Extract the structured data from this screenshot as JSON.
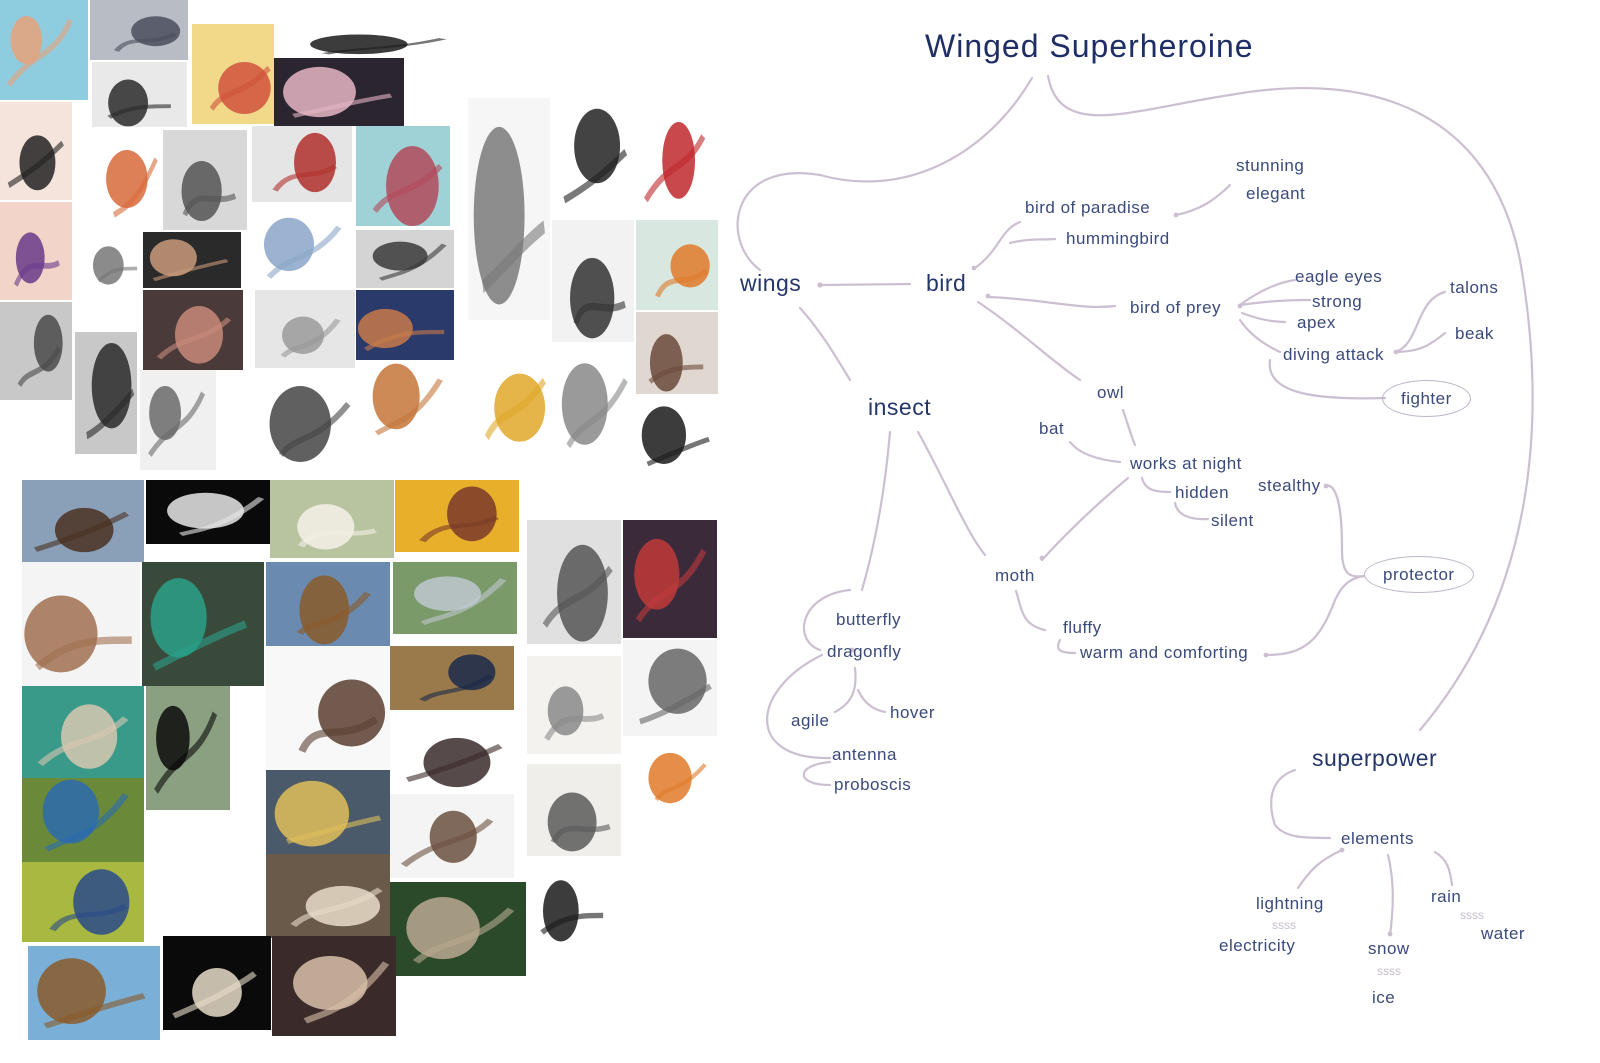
{
  "mindmap": {
    "title": "Winged  Superheroine",
    "nodes": {
      "wings": "wings",
      "bird": "bird",
      "insect": "insect",
      "superpower": "superpower",
      "stunning": "stunning",
      "elegant": "elegant",
      "bird_of_paradise": "bird  of  paradise",
      "hummingbird": "hummingbird",
      "bird_of_prey": "bird  of  prey",
      "eagle_eyes": "eagle  eyes",
      "strong": "strong",
      "apex": "apex",
      "diving_attack": "diving  attack",
      "talons": "talons",
      "beak": "beak",
      "fighter": "fighter",
      "owl": "owl",
      "bat": "bat",
      "works_at_night": "works  at  night",
      "hidden": "hidden",
      "silent": "silent",
      "stealthy": "stealthy",
      "protector": "protector",
      "moth": "moth",
      "fluffy": "fluffy",
      "warm_and_comforting": "warm  and  comforting",
      "butterfly": "butterfly",
      "dragonfly": "dragonfly",
      "agile": "agile",
      "hover": "hover",
      "antenna": "antenna",
      "proboscis": "proboscis",
      "elements": "elements",
      "lightning": "lightning",
      "electricity": "electricity",
      "snow": "snow",
      "ice": "ice",
      "rain": "rain",
      "water": "water"
    }
  },
  "moodboard": {
    "tiles": [
      {
        "name": "portrait-redhead",
        "c1": "#8ecde0",
        "c2": "#e8a27a"
      },
      {
        "name": "cosplay-group",
        "c1": "#b8bcc4",
        "c2": "#4a4f5e"
      },
      {
        "name": "anime-girl-yellow",
        "c1": "#f2d98a",
        "c2": "#d0523c"
      },
      {
        "name": "head-sketches-row",
        "c1": "#ffffff",
        "c2": "#1a1a1a"
      },
      {
        "name": "dark-heroes-lineup",
        "c1": "#e9e9e9",
        "c2": "#2a2a2a"
      },
      {
        "name": "anime-faces-row",
        "c1": "#2b2530",
        "c2": "#e6b6c4"
      },
      {
        "name": "girl-black-dress",
        "c1": "#f4e4dc",
        "c2": "#222222"
      },
      {
        "name": "dragon-tail-girl",
        "c1": "#ffffff",
        "c2": "#d86a3a"
      },
      {
        "name": "grey-sketch",
        "c1": "#d8d8d8",
        "c2": "#555555"
      },
      {
        "name": "red-witches",
        "c1": "#e5e5e5",
        "c2": "#b0302c"
      },
      {
        "name": "teal-line-art",
        "c1": "#9fd2d6",
        "c2": "#b24a5a"
      },
      {
        "name": "white-hair-heroine",
        "c1": "#ffffff",
        "c2": "#8aa6c8"
      },
      {
        "name": "pose-sketches",
        "c1": "#ffffff",
        "c2": "#777777"
      },
      {
        "name": "body-turnaround",
        "c1": "#2a2a2a",
        "c2": "#c89a7a"
      },
      {
        "name": "figure-rendering",
        "c1": "#e6e6e6",
        "c2": "#9a9a9a"
      },
      {
        "name": "grey-figures",
        "c1": "#d4d4d4",
        "c2": "#3a3a3a"
      },
      {
        "name": "purple-heroine",
        "c1": "#f2d5c8",
        "c2": "#6a3a8a"
      },
      {
        "name": "tall-warrior",
        "c1": "#c8c8c8",
        "c2": "#2a2a2a"
      },
      {
        "name": "painted-profile",
        "c1": "#4a3a3a",
        "c2": "#c88a7a"
      },
      {
        "name": "line-sketch-grey",
        "c1": "#f0f0f0",
        "c2": "#6a6a6a"
      },
      {
        "name": "witch-hat",
        "c1": "#2a3a6a",
        "c2": "#c87a4a"
      },
      {
        "name": "grey-knight",
        "c1": "#c8c8c8",
        "c2": "#4a4a4a"
      },
      {
        "name": "face-pencil",
        "c1": "#ffffff",
        "c2": "#444444"
      },
      {
        "name": "brown-hair-girl",
        "c1": "#ffffff",
        "c2": "#c4763a"
      },
      {
        "name": "expression-sheet-1",
        "c1": "#f6f6f6",
        "c2": "#7a7a7a"
      },
      {
        "name": "expression-sheet-2",
        "c1": "#ffffff",
        "c2": "#222222"
      },
      {
        "name": "red-poses",
        "c1": "#ffffff",
        "c2": "#c0282c"
      },
      {
        "name": "head-angles",
        "c1": "#f2f2f2",
        "c2": "#333333"
      },
      {
        "name": "goggles-girl",
        "c1": "#d8e8e0",
        "c2": "#e07a2a"
      },
      {
        "name": "yellow-jacket",
        "c1": "#ffffff",
        "c2": "#e0a82a"
      },
      {
        "name": "fashion-sketch",
        "c1": "#ffffff",
        "c2": "#888888"
      },
      {
        "name": "headphone-portrait",
        "c1": "#e0d8d0",
        "c2": "#6a4a3a"
      },
      {
        "name": "comic-heads",
        "c1": "#ffffff",
        "c2": "#1a1a1a"
      },
      {
        "name": "eagle-flight",
        "c1": "#8aa0b8",
        "c2": "#4a3020"
      },
      {
        "name": "white-wing",
        "c1": "#0a0a0a",
        "c2": "#e8e8e8"
      },
      {
        "name": "snowy-owl",
        "c1": "#b8c4a0",
        "c2": "#f4f0e8"
      },
      {
        "name": "emperor-moth",
        "c1": "#e8b02a",
        "c2": "#7a3a2a"
      },
      {
        "name": "sketch-figures-tall",
        "c1": "#e0e0e0",
        "c2": "#555555"
      },
      {
        "name": "red-hair-fighter",
        "c1": "#3a2a3a",
        "c2": "#c03a3a"
      },
      {
        "name": "bat-wings",
        "c1": "#f4f4f4",
        "c2": "#a07050"
      },
      {
        "name": "hummingbird-head",
        "c1": "#3a4a3a",
        "c2": "#2aa08a"
      },
      {
        "name": "hawk-canyon",
        "c1": "#6a8ab0",
        "c2": "#8a5a2a"
      },
      {
        "name": "dragonfly-grass",
        "c1": "#7a9a6a",
        "c2": "#c0c8d0"
      },
      {
        "name": "pencil-profile",
        "c1": "#f4f2ee",
        "c2": "#8a8a8a"
      },
      {
        "name": "elf-heads",
        "c1": "#f4f4f4",
        "c2": "#666666"
      },
      {
        "name": "hawk-moth",
        "c1": "#3a9a8a",
        "c2": "#d8c8b0"
      },
      {
        "name": "black-bird-display",
        "c1": "#8aa080",
        "c2": "#0a0a0a"
      },
      {
        "name": "brown-wing",
        "c1": "#f8f8f8",
        "c2": "#5a4030"
      },
      {
        "name": "guineafowl",
        "c1": "#9a7a4a",
        "c2": "#1a2a4a"
      },
      {
        "name": "curly-hair-girl",
        "c1": "#ffffff",
        "c2": "#e07a2a"
      },
      {
        "name": "hummingbird-flower",
        "c1": "#6a8a3a",
        "c2": "#2a6ab0"
      },
      {
        "name": "swallowtail",
        "c1": "#4a5a6a",
        "c2": "#e0c05a"
      },
      {
        "name": "leather-wing",
        "c1": "#ffffff",
        "c2": "#3a2a2a"
      },
      {
        "name": "feather-wings",
        "c1": "#f4f4f4",
        "c2": "#6a5040"
      },
      {
        "name": "sketch-woman",
        "c1": "#f0eeea",
        "c2": "#5a5a5a"
      },
      {
        "name": "damselfly",
        "c1": "#a8b840",
        "c2": "#2a4a8a"
      },
      {
        "name": "barn-owl",
        "c1": "#6a5a4a",
        "c2": "#e8dcc8"
      },
      {
        "name": "barred-owl",
        "c1": "#2a4a2a",
        "c2": "#b8a890"
      },
      {
        "name": "faces-grid",
        "c1": "#ffffff",
        "c2": "#1a1a1a"
      },
      {
        "name": "kestrel",
        "c1": "#7ab0d8",
        "c2": "#8a5a2a"
      },
      {
        "name": "white-moth",
        "c1": "#0a0a0a",
        "c2": "#e8dcc8"
      },
      {
        "name": "moth-on-hand",
        "c1": "#3a2a2a",
        "c2": "#d8c0a8"
      }
    ]
  }
}
